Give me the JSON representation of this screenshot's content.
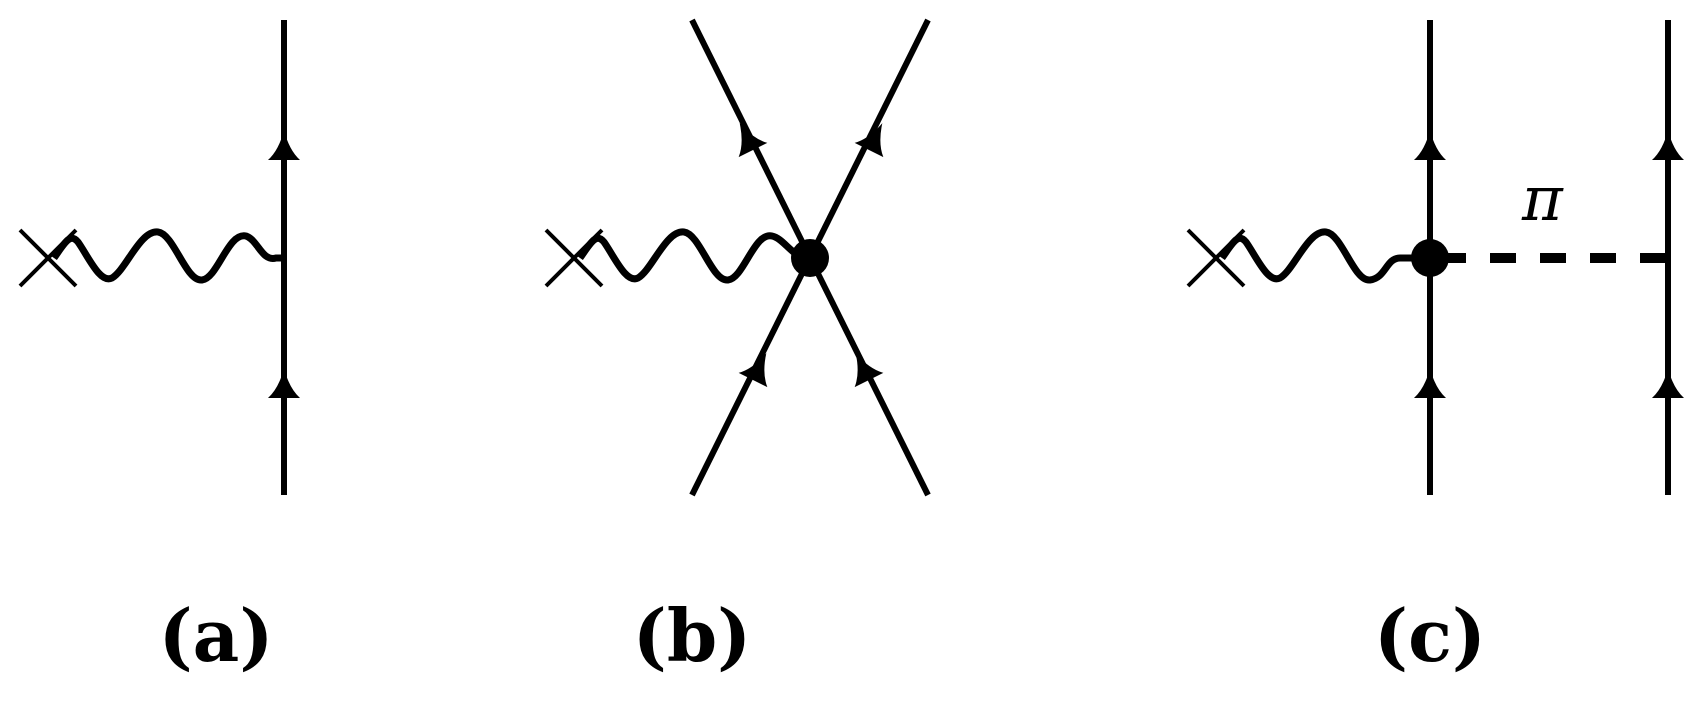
{
  "panels": {
    "a": {
      "caption": "(a)"
    },
    "b": {
      "caption": "(b)"
    },
    "c": {
      "caption": "(c)",
      "meson_label": "π"
    }
  },
  "colors": {
    "ink": "#000000",
    "background": "#ffffff"
  }
}
